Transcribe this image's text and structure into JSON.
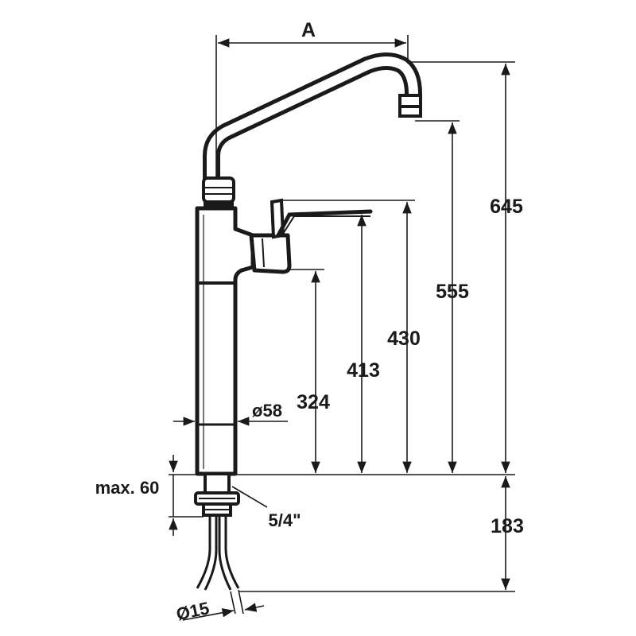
{
  "labels": {
    "a": "A",
    "h645": "645",
    "h555": "555",
    "h430": "430",
    "h413": "413",
    "h324": "324",
    "d58": "ø58",
    "max60": "max. 60",
    "thread": "5/4\"",
    "h183": "183",
    "d15": "Ø15"
  }
}
